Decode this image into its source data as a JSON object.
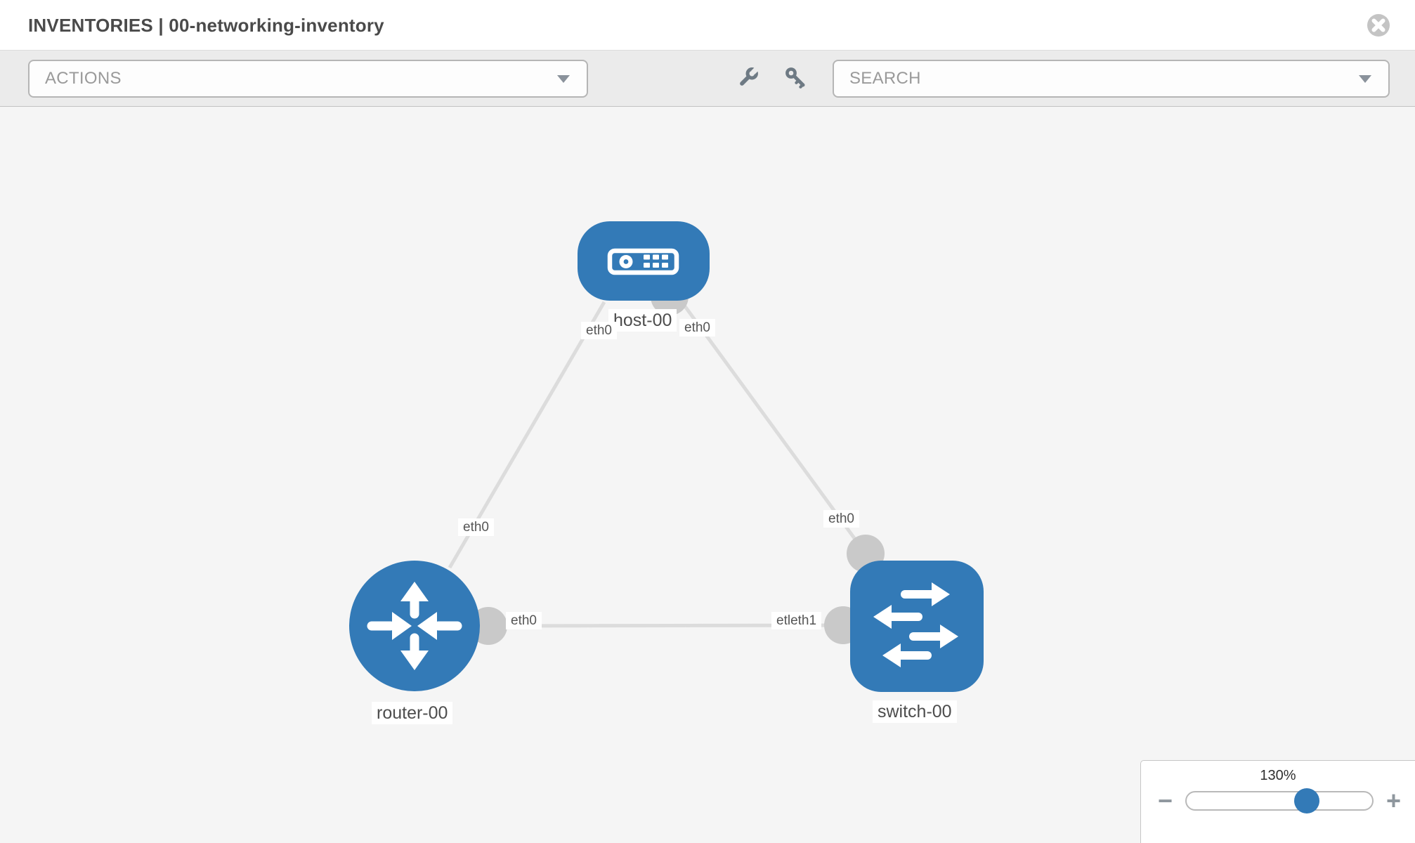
{
  "header": {
    "title": "INVENTORIES | 00-networking-inventory"
  },
  "toolbar": {
    "actions_placeholder": "ACTIONS",
    "search_placeholder": "SEARCH"
  },
  "topology": {
    "node_labels": {
      "host": "host-00",
      "router": "router-00",
      "switch": "switch-00"
    },
    "interface_labels": {
      "host_left": "eth0",
      "host_right": "eth0",
      "router_top": "eth0",
      "switch_top": "eth0",
      "router_right": "eth0",
      "switch_left": "etleth1"
    },
    "links": [
      {
        "from": "host-00",
        "to": "router-00"
      },
      {
        "from": "host-00",
        "to": "switch-00"
      },
      {
        "from": "router-00",
        "to": "switch-00"
      }
    ]
  },
  "zoom": {
    "level": "130%",
    "minus": "−",
    "plus": "+"
  },
  "colors": {
    "accent": "#337ab7",
    "node_blue": "#337ab7",
    "link_gray": "#dcdcdc",
    "port_gray": "#c9c9c9",
    "canvas_bg": "#f5f5f5",
    "toolbar_bg": "#ebebeb"
  }
}
